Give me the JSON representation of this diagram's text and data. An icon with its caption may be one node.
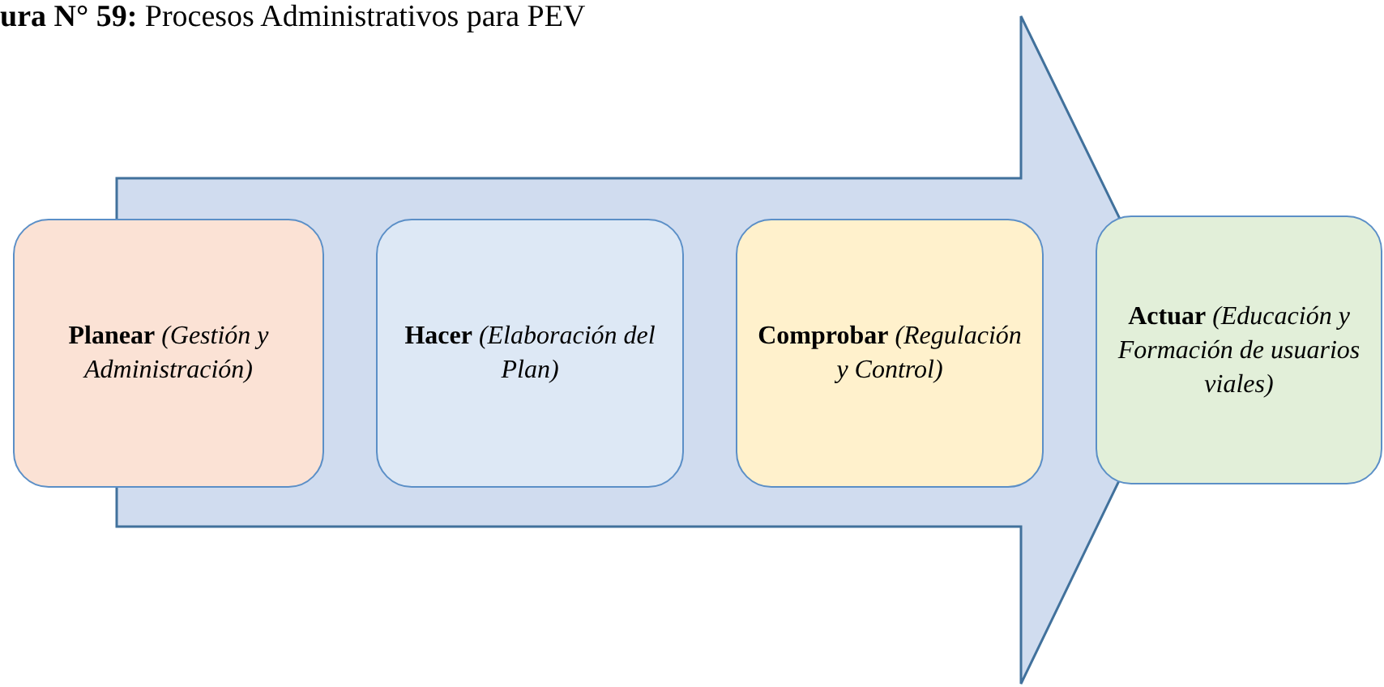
{
  "diagram": {
    "title": "**ura N° 59:** Procesos Administrativos para PEV",
    "nodes": [
      {
        "text": [],
        "shape": "arrow"
      },
      {
        "text": [
          "Planear",
          "(Gestión y Administración)"
        ]
      },
      {
        "text": [
          "Hacer",
          "(Elaboración del Plan)"
        ],
        "in": 0
      },
      {
        "text": [
          "Comprobar",
          "(Regulación y Control)"
        ],
        "in": 0
      },
      {
        "text": [
          "Actuar",
          "(Educación y Formación de usuarios viales)"
        ]
      }
    ]
  }
}
